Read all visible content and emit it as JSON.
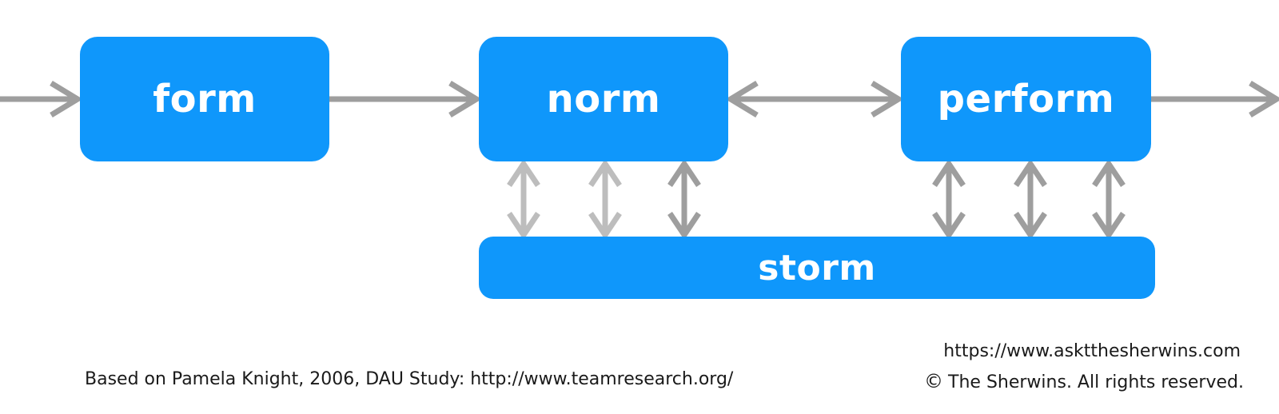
{
  "stages": {
    "form": "form",
    "norm": "norm",
    "perform": "perform",
    "storm": "storm"
  },
  "footer": {
    "source": "Based on Pamela Knight, 2006, DAU Study: http://www.teamresearch.org/",
    "url": "https://www.asktthesherwins.com",
    "copyright_symbol": "©",
    "copyright": "The Sherwins. All rights reserved."
  },
  "colors": {
    "box": "#0f97fb",
    "arrow": "#9e9e9e",
    "arrow_light": "#bdbdbd",
    "text": "#1a1a1a"
  }
}
